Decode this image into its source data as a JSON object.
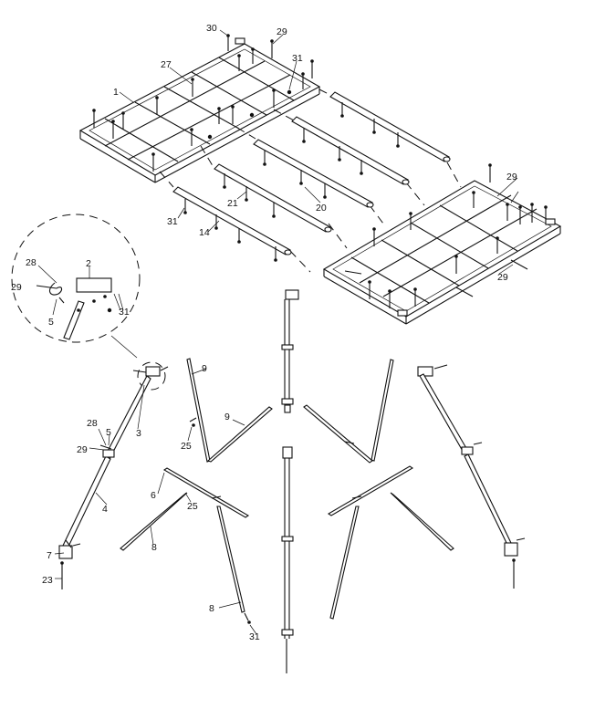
{
  "callouts": {
    "c1": "1",
    "c2": "2",
    "c3": "3",
    "c4": "4",
    "c5a": "5",
    "c5b": "5",
    "c6": "6",
    "c7": "7",
    "c8a": "8",
    "c8b": "8",
    "c9a": "9",
    "c9b": "9",
    "c14": "14",
    "c20": "20",
    "c21": "21",
    "c23": "23",
    "c25a": "25",
    "c25b": "25",
    "c27": "27",
    "c28a": "28",
    "c28b": "28",
    "c29a": "29",
    "c29b": "29",
    "c29c": "29",
    "c29d": "29",
    "c29e": "29",
    "c30": "30",
    "c31a": "31",
    "c31b": "31",
    "c31c": "31",
    "c31d": "31"
  }
}
